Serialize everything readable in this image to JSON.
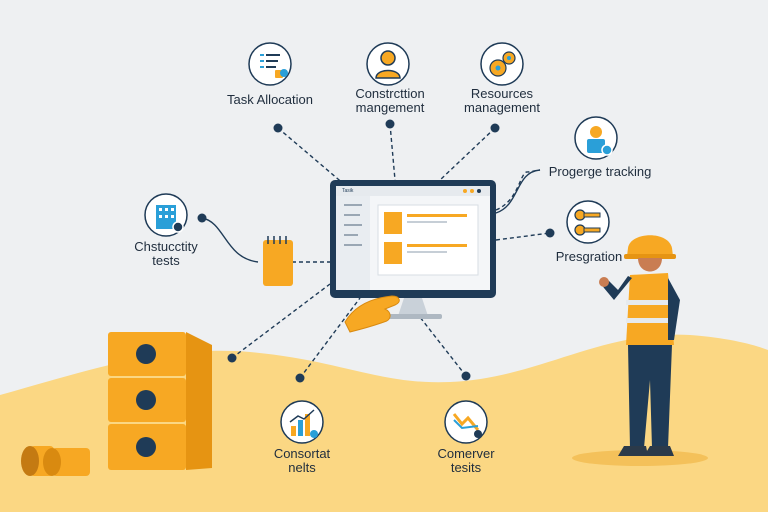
{
  "nodes": {
    "task_allocation": {
      "label": "Task Allocation",
      "icon": "checklist-icon"
    },
    "construction_management": {
      "label_line1": "Constrcttion",
      "label_line2": "mangement",
      "icon": "worker-avatar-icon"
    },
    "resources_management": {
      "label_line1": "Resources",
      "label_line2": "management",
      "icon": "gears-icon"
    },
    "progress_tracking": {
      "label": "Progerge tracking",
      "icon": "person-badge-icon"
    },
    "productivity_tests": {
      "label_line1": "Chstucctity",
      "label_line2": "tests",
      "icon": "building-icon"
    },
    "integration": {
      "label": "Presgration",
      "icon": "keys-icon"
    },
    "consortal_tests": {
      "label_line1": "Consortat",
      "label_line2": "nelts",
      "icon": "bar-chart-icon"
    },
    "comerver_tests": {
      "label_line1": "Comerver",
      "label_line2": "tesits",
      "icon": "trend-arrow-icon"
    }
  },
  "monitor": {
    "tab_label": "Tasik"
  },
  "colors": {
    "navy": "#1f3b57",
    "orange": "#f7a823",
    "sand": "#fbd783",
    "background": "#eef0f2",
    "accent_blue": "#2a9fd8"
  }
}
